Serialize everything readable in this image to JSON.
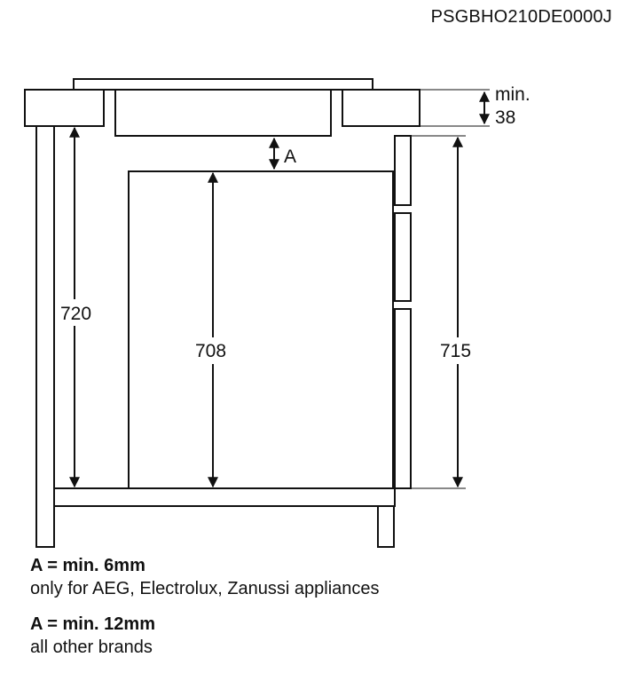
{
  "document_code": "PSGBHO210DE0000J",
  "dimensions": {
    "worktop_thickness_line1": "min.",
    "worktop_thickness_line2": "38",
    "gap_label": "A",
    "cabinet_height": "720",
    "appliance_height": "708",
    "front_height": "715"
  },
  "notes": [
    {
      "title": "A = min. 6mm",
      "text": "only for AEG, Electrolux, Zanussi appliances"
    },
    {
      "title": "A = min. 12mm",
      "text": "all other brands"
    }
  ],
  "colors": {
    "line": "#111111",
    "background": "#ffffff"
  }
}
